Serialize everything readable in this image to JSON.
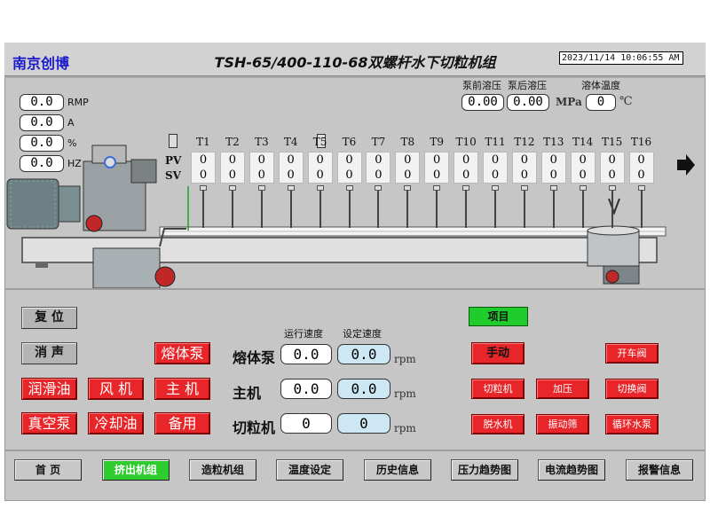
{
  "header": {
    "brand": "南京创博",
    "title": "TSH-65/400-110-68双螺杆水下切粒机组",
    "datetime": "2023/11/14 10:06:55 AM"
  },
  "pressure": {
    "pre_label": "泵前溶压",
    "post_label": "泵后溶压",
    "temp_label": "溶体温度",
    "pre_value": "0.00",
    "post_value": "0.00",
    "pressure_unit": "MPa",
    "temp_value": "0",
    "temp_unit": "℃"
  },
  "motor_readouts": [
    {
      "value": "0.0",
      "unit": "RMP"
    },
    {
      "value": "0.0",
      "unit": "A"
    },
    {
      "value": "0.0",
      "unit": "%"
    },
    {
      "value": "0.0",
      "unit": "HZ"
    }
  ],
  "zones": {
    "pv_label": "PV",
    "sv_label": "SV",
    "items": [
      {
        "name": "T1",
        "pv": "0",
        "sv": "0"
      },
      {
        "name": "T2",
        "pv": "0",
        "sv": "0"
      },
      {
        "name": "T3",
        "pv": "0",
        "sv": "0"
      },
      {
        "name": "T4",
        "pv": "0",
        "sv": "0"
      },
      {
        "name": "T5",
        "pv": "0",
        "sv": "0"
      },
      {
        "name": "T6",
        "pv": "0",
        "sv": "0"
      },
      {
        "name": "T7",
        "pv": "0",
        "sv": "0"
      },
      {
        "name": "T8",
        "pv": "0",
        "sv": "0"
      },
      {
        "name": "T9",
        "pv": "0",
        "sv": "0"
      },
      {
        "name": "T10",
        "pv": "0",
        "sv": "0"
      },
      {
        "name": "T11",
        "pv": "0",
        "sv": "0"
      },
      {
        "name": "T12",
        "pv": "0",
        "sv": "0"
      },
      {
        "name": "T13",
        "pv": "0",
        "sv": "0"
      },
      {
        "name": "T14",
        "pv": "0",
        "sv": "0"
      },
      {
        "name": "T15",
        "pv": "0",
        "sv": "0"
      },
      {
        "name": "T16",
        "pv": "0",
        "sv": "0"
      }
    ]
  },
  "control_buttons": {
    "reset": "复 位",
    "silence": "消 声",
    "melt_pump": "熔体泵",
    "lube_oil": "润滑油",
    "fan": "风 机",
    "main": "主 机",
    "vacuum_pump": "真空泵",
    "cooling_oil": "冷却油",
    "spare": "备用"
  },
  "speed": {
    "running_label": "运行速度",
    "set_label": "设定速度",
    "rows": [
      {
        "label": "熔体泵",
        "running": "0.0",
        "set": "0.0",
        "unit": "rpm"
      },
      {
        "label": "主机",
        "running": "0.0",
        "set": "0.0",
        "unit": "rpm"
      },
      {
        "label": "切粒机",
        "running": "0",
        "set": "0",
        "unit": "rpm"
      }
    ]
  },
  "project": {
    "title": "项目",
    "manual": "手动",
    "start_valve": "开车阀",
    "cutter": "切粒机",
    "pressurize": "加压",
    "switch_valve": "切换阀",
    "dewater": "脱水机",
    "vibrating_screen": "振动筛",
    "circulating_pump": "循环水泵"
  },
  "nav": [
    {
      "label": "首 页",
      "active": false
    },
    {
      "label": "挤出机组",
      "active": true
    },
    {
      "label": "造粒机组",
      "active": false
    },
    {
      "label": "温度设定",
      "active": false
    },
    {
      "label": "历史信息",
      "active": false
    },
    {
      "label": "压力趋势图",
      "active": false
    },
    {
      "label": "电流趋势图",
      "active": false
    },
    {
      "label": "报警信息",
      "active": false
    }
  ],
  "colors": {
    "panel": "#c6c6c6",
    "alarm_red": "#e8262a",
    "active_green": "#1fcc2b",
    "brand_blue": "#1a1acc"
  }
}
